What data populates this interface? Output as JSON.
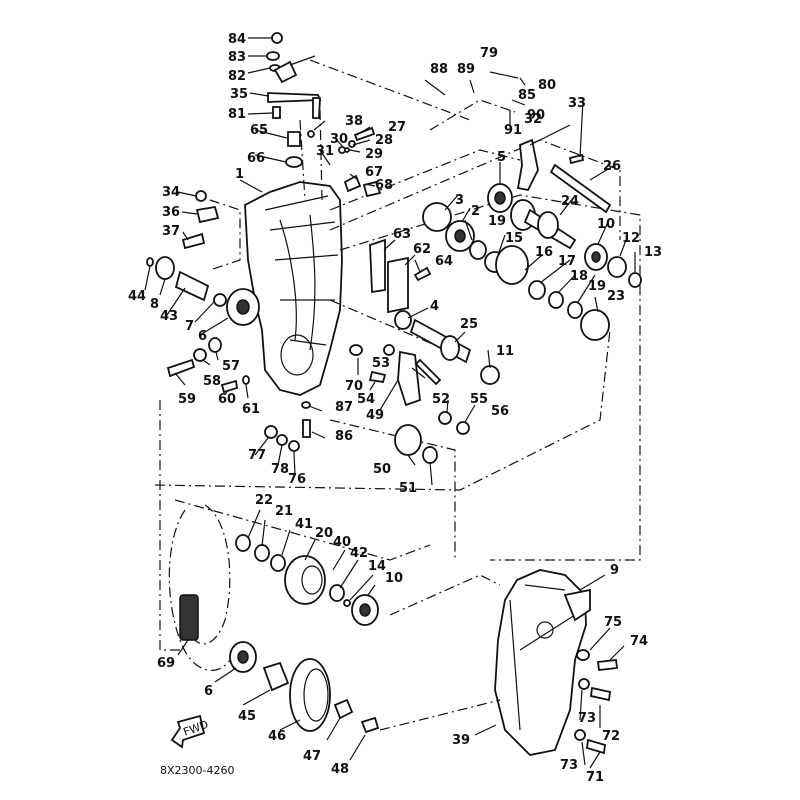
{
  "diagram": {
    "title": "Exploded parts diagram - transmission / chaincase assembly",
    "drawing_code": "8X2300-4260",
    "fwd_arrow_label": "FWD",
    "colors": {
      "ink": "#111111",
      "background": "#ffffff"
    },
    "parts": [
      {
        "id": "84",
        "shape": "nut"
      },
      {
        "id": "83",
        "shape": "washer"
      },
      {
        "id": "82",
        "shape": "washer"
      },
      {
        "id": "35",
        "shape": "lever"
      },
      {
        "id": "81",
        "shape": "bolt"
      },
      {
        "id": "65",
        "shape": "plug"
      },
      {
        "id": "66",
        "shape": "seal"
      },
      {
        "id": "38",
        "shape": "o-ring"
      },
      {
        "id": "30",
        "shape": "washer"
      },
      {
        "id": "31",
        "shape": "pin"
      },
      {
        "id": "27",
        "shape": "bolt"
      },
      {
        "id": "28",
        "shape": "washer"
      },
      {
        "id": "29",
        "shape": "washer"
      },
      {
        "id": "67",
        "shape": "fitting"
      },
      {
        "id": "68",
        "shape": "cap"
      },
      {
        "id": "1",
        "shape": "case"
      },
      {
        "id": "34",
        "shape": "bolt"
      },
      {
        "id": "36",
        "shape": "bracket"
      },
      {
        "id": "37",
        "shape": "bolt"
      },
      {
        "id": "44",
        "shape": "o-ring"
      },
      {
        "id": "8",
        "shape": "seal"
      },
      {
        "id": "43",
        "shape": "shaft"
      },
      {
        "id": "7",
        "shape": "collar"
      },
      {
        "id": "6",
        "shape": "bearing"
      },
      {
        "id": "57",
        "shape": "washer"
      },
      {
        "id": "58",
        "shape": "nut"
      },
      {
        "id": "59",
        "shape": "bolt"
      },
      {
        "id": "60",
        "shape": "bolt"
      },
      {
        "id": "61",
        "shape": "o-ring"
      },
      {
        "id": "88",
        "shape": "plate"
      },
      {
        "id": "89",
        "shape": "ball"
      },
      {
        "id": "79",
        "shape": "pin"
      },
      {
        "id": "85",
        "shape": "nut"
      },
      {
        "id": "80",
        "shape": "ball"
      },
      {
        "id": "90",
        "shape": "bolt"
      },
      {
        "id": "91",
        "shape": "washer"
      },
      {
        "id": "33",
        "shape": "pin"
      },
      {
        "id": "32",
        "shape": "shift-fork"
      },
      {
        "id": "26",
        "shape": "shaft"
      },
      {
        "id": "5",
        "shape": "bearing"
      },
      {
        "id": "3",
        "shape": "bearing"
      },
      {
        "id": "2",
        "shape": "bearing"
      },
      {
        "id": "19",
        "shape": "washer"
      },
      {
        "id": "15",
        "shape": "washer"
      },
      {
        "id": "24",
        "shape": "gear-shaft"
      },
      {
        "id": "10",
        "shape": "bearing"
      },
      {
        "id": "12",
        "shape": "seal"
      },
      {
        "id": "13",
        "shape": "collar"
      },
      {
        "id": "16",
        "shape": "gear"
      },
      {
        "id": "17",
        "shape": "collar"
      },
      {
        "id": "18",
        "shape": "washer"
      },
      {
        "id": "23",
        "shape": "sprocket"
      },
      {
        "id": "63",
        "shape": "gasket"
      },
      {
        "id": "62",
        "shape": "plate"
      },
      {
        "id": "64",
        "shape": "bolt"
      },
      {
        "id": "4",
        "shape": "collar"
      },
      {
        "id": "25",
        "shape": "gear-shaft"
      },
      {
        "id": "11",
        "shape": "collar"
      },
      {
        "id": "70",
        "shape": "collar"
      },
      {
        "id": "53",
        "shape": "collar"
      },
      {
        "id": "54",
        "shape": "bolt"
      },
      {
        "id": "49",
        "shape": "arm"
      },
      {
        "id": "52",
        "shape": "pin"
      },
      {
        "id": "55",
        "shape": "washer"
      },
      {
        "id": "56",
        "shape": "nut"
      },
      {
        "id": "50",
        "shape": "sprocket"
      },
      {
        "id": "51",
        "shape": "collar"
      },
      {
        "id": "87",
        "shape": "o-ring"
      },
      {
        "id": "86",
        "shape": "bolt"
      },
      {
        "id": "77",
        "shape": "washer"
      },
      {
        "id": "78",
        "shape": "washer"
      },
      {
        "id": "76",
        "shape": "nut"
      },
      {
        "id": "22",
        "shape": "washer"
      },
      {
        "id": "21",
        "shape": "collar"
      },
      {
        "id": "41",
        "shape": "collar"
      },
      {
        "id": "20",
        "shape": "sprocket"
      },
      {
        "id": "40",
        "shape": "washer"
      },
      {
        "id": "42",
        "shape": "washer"
      },
      {
        "id": "14",
        "shape": "o-ring"
      },
      {
        "id": "69",
        "shape": "chain"
      },
      {
        "id": "45",
        "shape": "collar"
      },
      {
        "id": "46",
        "shape": "sprocket"
      },
      {
        "id": "47",
        "shape": "nut"
      },
      {
        "id": "48",
        "shape": "bolt"
      },
      {
        "id": "9",
        "shape": "case-cover"
      },
      {
        "id": "39",
        "shape": "case-cover"
      },
      {
        "id": "75",
        "shape": "washer"
      },
      {
        "id": "74",
        "shape": "bolt"
      },
      {
        "id": "73",
        "shape": "washer"
      },
      {
        "id": "72",
        "shape": "bolt"
      },
      {
        "id": "71",
        "shape": "bolt"
      }
    ]
  }
}
